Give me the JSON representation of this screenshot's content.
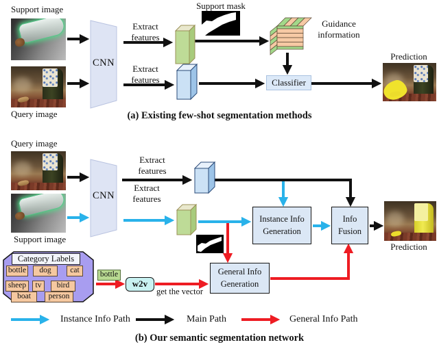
{
  "panel_a": {
    "caption": "(a) Existing few-shot segmentation methods",
    "support_image_label": "Support image",
    "query_image_label": "Query image",
    "support_mask_label": "Support mask",
    "cnn_label": "CNN",
    "extract_features_top_label": "Extract features",
    "extract_features_bottom_label": "Extract features",
    "guidance_label": "Guidance information",
    "classifier_label": "Classifier",
    "prediction_label": "Prediction"
  },
  "panel_b": {
    "caption": "(b) Our semantic segmentation network",
    "query_image_label": "Query image",
    "support_image_label": "Support image",
    "cnn_label": "CNN",
    "extract_features_top_label": "Extract features",
    "extract_features_bottom_label": "Extract features",
    "instance_info_box_label": "Instance Info Generation",
    "info_fusion_box_label": "Info Fusion",
    "general_info_box_label": "General Info Generation",
    "w2v_label": "w2v",
    "get_vector_label": "get the vector",
    "prediction_label": "Prediction",
    "category_panel": {
      "title": "Category Labels",
      "labels": [
        "bottle",
        "dog",
        "cat",
        "sheep",
        "tv",
        "bird",
        "boat",
        "person"
      ],
      "selected_label": "bottle"
    }
  },
  "legend": {
    "items": [
      {
        "label": "Instance Info Path",
        "color": "#29b2ea"
      },
      {
        "label": "Main Path",
        "color": "#111111"
      },
      {
        "label": "General Info Path",
        "color": "#ee1c23"
      }
    ]
  },
  "colors": {
    "instance_path": "#29b2ea",
    "main_path": "#111111",
    "general_path": "#ee1c23",
    "cnn_fill": "#dee4f4",
    "processing_box_fill": "#dbe7f5",
    "w2v_fill": "#c9f2f2",
    "category_panel_fill": "#a89df0",
    "label_chip_fill": "#f5c8a0",
    "support_feature_fill": "#bedb97",
    "query_feature_fill": "#cbe1f5",
    "guidance_peach": "#f6c9a4",
    "guidance_green": "#a2d88a",
    "prediction_highlight": "#f0e22c"
  }
}
